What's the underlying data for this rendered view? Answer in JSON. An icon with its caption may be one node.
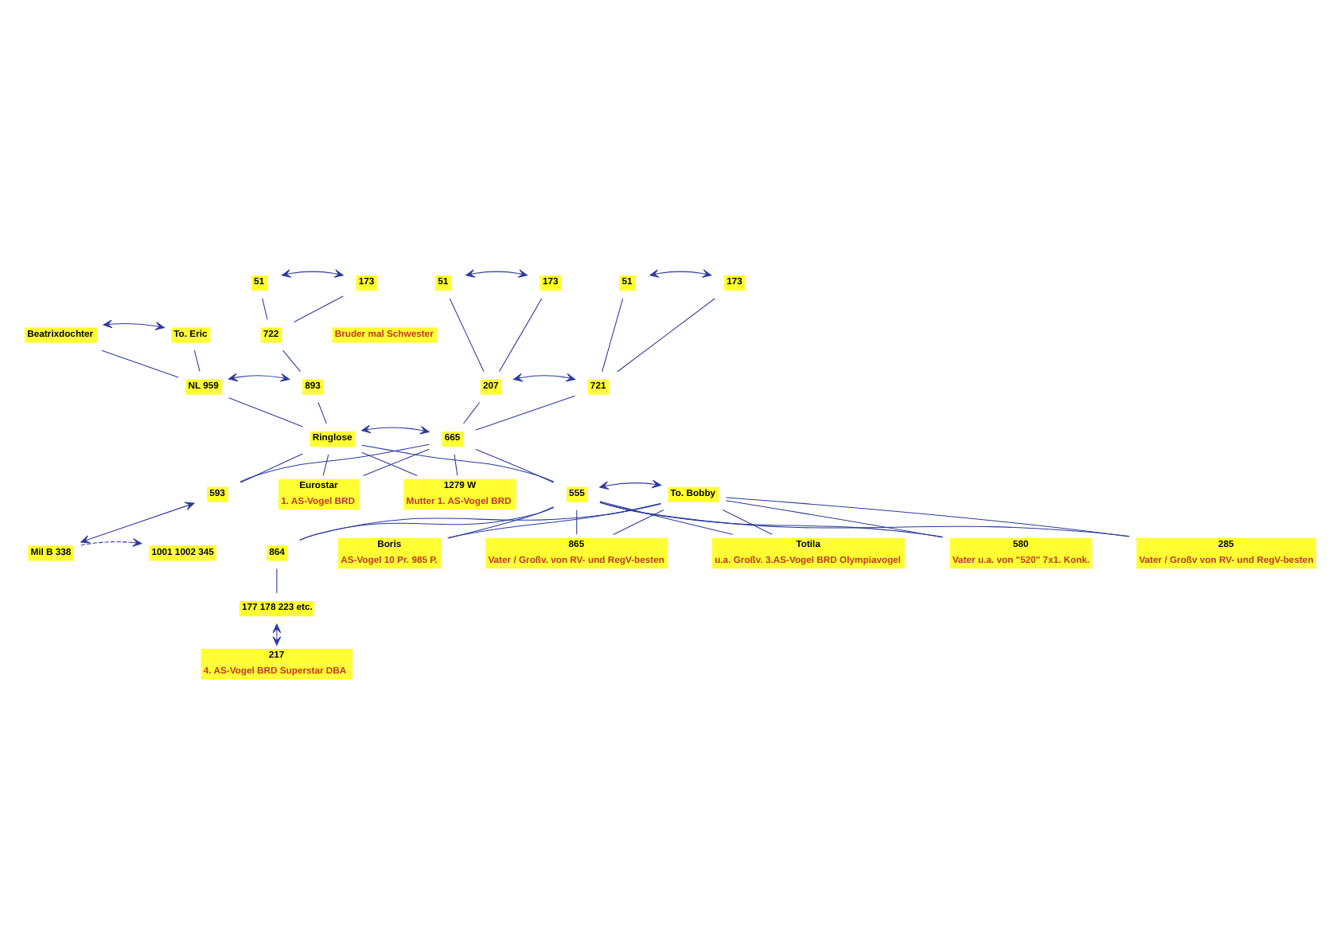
{
  "diagram": {
    "nodes": [
      {
        "text": [
          "51"
        ]
      },
      {
        "text": [
          "173"
        ]
      },
      {
        "text": [
          "Beatrixdochter"
        ]
      },
      {
        "text": [
          "To. Eric"
        ]
      },
      {
        "text": [
          "722"
        ]
      },
      {
        "text": [
          "51"
        ]
      },
      {
        "text": [
          "173"
        ]
      },
      {
        "text": [
          "51"
        ]
      },
      {
        "text": [
          "173"
        ]
      },
      {
        "text": [
          "Bruder mal Schwester"
        ]
      },
      {
        "text": [
          "NL 959"
        ]
      },
      {
        "text": [
          "893"
        ]
      },
      {
        "text": [
          "207"
        ]
      },
      {
        "text": [
          "721"
        ]
      },
      {
        "text": [
          "Ringlose"
        ]
      },
      {
        "text": [
          "665"
        ]
      },
      {
        "text": [
          "593"
        ]
      },
      {
        "text": [
          "Eurostar",
          "1. AS-Vogel BRD"
        ]
      },
      {
        "text": [
          "1279 W",
          "Mutter 1. AS-Vogel BRD"
        ]
      },
      {
        "text": [
          "555"
        ]
      },
      {
        "text": [
          "To. Bobby"
        ]
      },
      {
        "text": [
          "Mil B 338"
        ]
      },
      {
        "text": [
          "1001 1002 345"
        ]
      },
      {
        "text": [
          "864"
        ]
      },
      {
        "text": [
          "177 178 223 etc."
        ]
      },
      {
        "text": [
          "217",
          "4. AS-Vogel BRD Superstar DBA"
        ]
      },
      {
        "text": [
          "Boris",
          "AS-Vogel 10 Pr. 985 P."
        ]
      },
      {
        "text": [
          "865",
          "Vater / Großv. von RV- und RegV-besten"
        ]
      },
      {
        "text": [
          "Totila",
          "u.a. Großv. 3.AS-Vogel BRD Olympiavogel"
        ]
      },
      {
        "text": [
          "580",
          "Vater u.a. von \"520\" 7x1. Konk."
        ]
      },
      {
        "text": [
          "285",
          "Vater / Großv von RV- und RegV-besten"
        ]
      }
    ],
    "edges": [
      {
        "from": 0,
        "to": 1,
        "arrow": "both"
      },
      {
        "from": 0,
        "to": 4,
        "arrow": "none"
      },
      {
        "from": 1,
        "to": 4,
        "arrow": "none"
      },
      {
        "from": 2,
        "to": 3,
        "arrow": "both"
      },
      {
        "from": 2,
        "to": 10,
        "arrow": "none"
      },
      {
        "from": 3,
        "to": 10,
        "arrow": "none"
      },
      {
        "from": 4,
        "to": 11,
        "arrow": "none"
      },
      {
        "from": 5,
        "to": 6,
        "arrow": "both"
      },
      {
        "from": 5,
        "to": 12,
        "arrow": "none"
      },
      {
        "from": 6,
        "to": 12,
        "arrow": "none"
      },
      {
        "from": 7,
        "to": 8,
        "arrow": "both"
      },
      {
        "from": 7,
        "to": 13,
        "arrow": "none"
      },
      {
        "from": 8,
        "to": 13,
        "arrow": "none"
      },
      {
        "from": 10,
        "to": 11,
        "arrow": "both"
      },
      {
        "from": 10,
        "to": 14,
        "arrow": "none"
      },
      {
        "from": 11,
        "to": 14,
        "arrow": "none"
      },
      {
        "from": 12,
        "to": 13,
        "arrow": "both"
      },
      {
        "from": 12,
        "to": 15,
        "arrow": "none"
      },
      {
        "from": 13,
        "to": 15,
        "arrow": "none"
      },
      {
        "from": 14,
        "to": 15,
        "arrow": "both"
      },
      {
        "from": 14,
        "to": 16,
        "arrow": "none"
      },
      {
        "from": 14,
        "to": 17,
        "arrow": "none"
      },
      {
        "from": 14,
        "to": 18,
        "arrow": "none"
      },
      {
        "from": 14,
        "to": 19,
        "arrow": "none"
      },
      {
        "from": 15,
        "to": 16,
        "arrow": "none"
      },
      {
        "from": 15,
        "to": 17,
        "arrow": "none"
      },
      {
        "from": 15,
        "to": 18,
        "arrow": "none"
      },
      {
        "from": 15,
        "to": 19,
        "arrow": "none"
      },
      {
        "from": 16,
        "to": 21,
        "arrow": "both"
      },
      {
        "from": 21,
        "to": 22,
        "arrow": "to",
        "style": "dashed"
      },
      {
        "from": 19,
        "to": 20,
        "arrow": "both"
      },
      {
        "from": 19,
        "to": 23,
        "arrow": "none"
      },
      {
        "from": 19,
        "to": 26,
        "arrow": "none"
      },
      {
        "from": 19,
        "to": 27,
        "arrow": "none"
      },
      {
        "from": 19,
        "to": 28,
        "arrow": "none"
      },
      {
        "from": 19,
        "to": 29,
        "arrow": "none"
      },
      {
        "from": 19,
        "to": 30,
        "arrow": "none"
      },
      {
        "from": 20,
        "to": 23,
        "arrow": "none"
      },
      {
        "from": 20,
        "to": 26,
        "arrow": "none"
      },
      {
        "from": 20,
        "to": 27,
        "arrow": "none"
      },
      {
        "from": 20,
        "to": 28,
        "arrow": "none"
      },
      {
        "from": 20,
        "to": 29,
        "arrow": "none"
      },
      {
        "from": 20,
        "to": 30,
        "arrow": "none"
      },
      {
        "from": 23,
        "to": 24,
        "arrow": "none"
      },
      {
        "from": 24,
        "to": 25,
        "arrow": "both",
        "style": "dashed"
      }
    ]
  }
}
